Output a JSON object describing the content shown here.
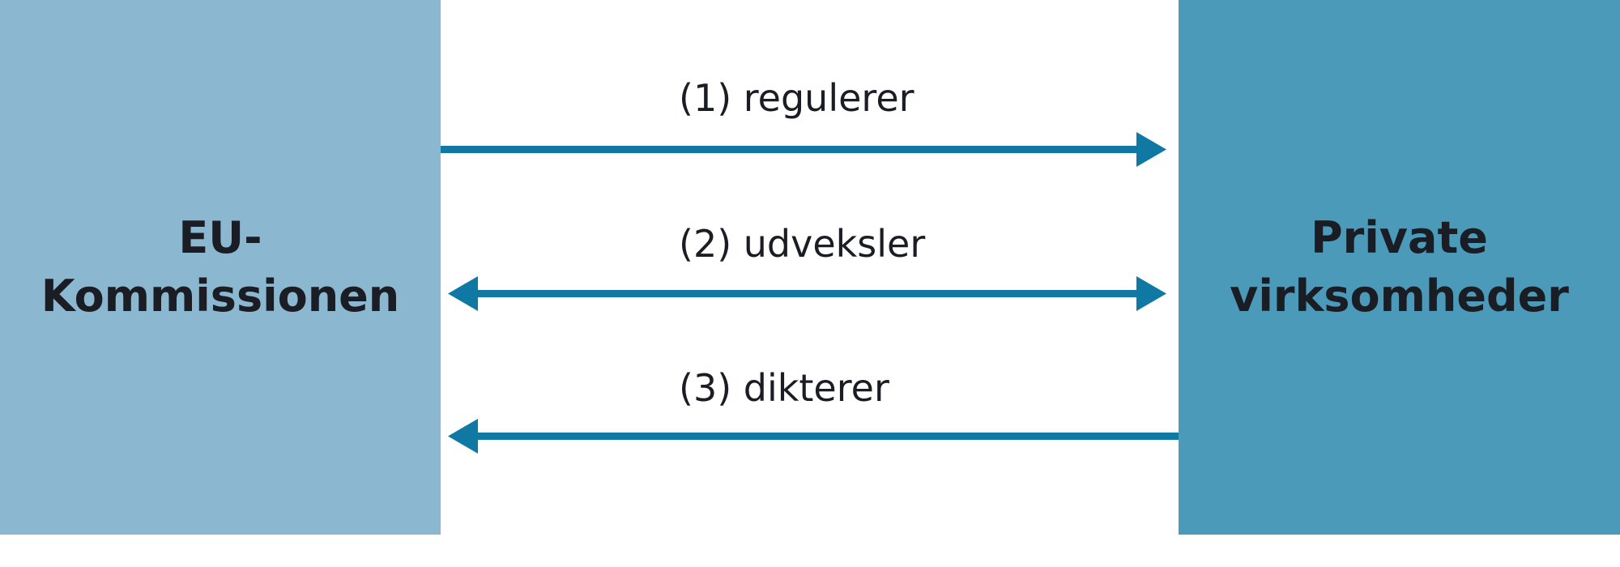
{
  "colors": {
    "left_box": "#8bb8d0",
    "right_box": "#4b9aba",
    "arrow": "#0f78a3",
    "text": "#1a1d24"
  },
  "left_entity": {
    "lines": [
      "EU-",
      "Kommissionen"
    ]
  },
  "right_entity": {
    "lines": [
      "Private",
      "virksomheder"
    ]
  },
  "relations": [
    {
      "label": "(1) regulerer",
      "direction": "left-to-right"
    },
    {
      "label": "(2) udveksler",
      "direction": "bidirectional"
    },
    {
      "label": "(3) dikterer",
      "direction": "right-to-left"
    }
  ]
}
